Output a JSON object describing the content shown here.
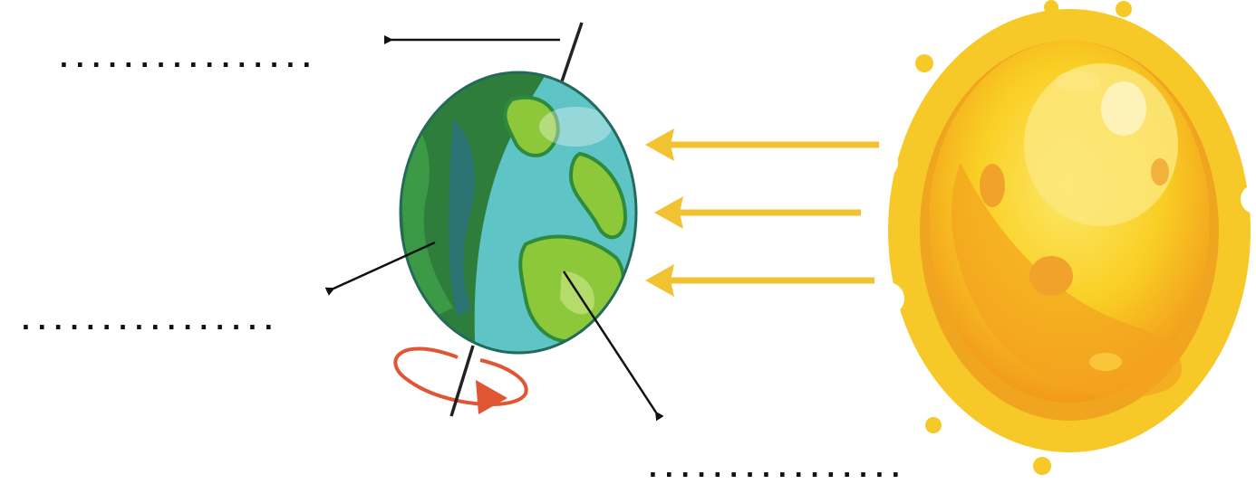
{
  "diagram": {
    "blanks": [
      {
        "id": "top-left",
        "text": "................"
      },
      {
        "id": "middle-left",
        "text": "................"
      },
      {
        "id": "bottom-center",
        "text": "................"
      }
    ],
    "colors": {
      "ocean": "#5ec4c6",
      "land_light": "#8cc83a",
      "land_dark": "#2e8b3c",
      "night_side": "#2f7d3a",
      "sun_core": "#f7d21e",
      "sun_edge": "#f39a1c",
      "sun_ray_arrow": "#f1c232",
      "rotation_arrow": "#e05533",
      "label_arrow": "#111111"
    },
    "icons": [
      "earth-icon",
      "sun-icon",
      "rotation-arrow-icon"
    ]
  }
}
